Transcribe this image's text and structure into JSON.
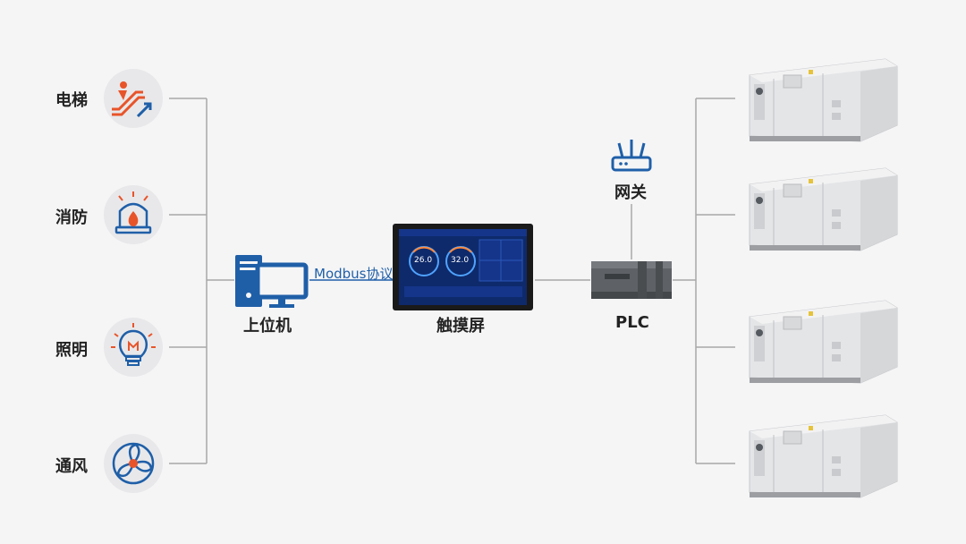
{
  "diagram": {
    "subsystems": [
      {
        "label": "电梯",
        "icon": "escalator-icon"
      },
      {
        "label": "消防",
        "icon": "fire-alarm-icon"
      },
      {
        "label": "照明",
        "icon": "light-bulb-icon"
      },
      {
        "label": "通风",
        "icon": "fan-icon"
      }
    ],
    "host_computer": {
      "label": "上位机",
      "icon": "computer-icon"
    },
    "protocol_label": "Modbus协议",
    "touch_screen": {
      "label": "触摸屏",
      "gauge_left": "26.0",
      "gauge_right": "32.0"
    },
    "gateway": {
      "label": "网关",
      "icon": "router-icon"
    },
    "plc": {
      "label": "PLC"
    },
    "ahu_units": {
      "count": 4,
      "icon": "air-handling-unit-icon"
    },
    "colors": {
      "line": "#a8a8a8",
      "accent_blue": "#1f5fa8",
      "accent_orange": "#e8542a",
      "screen_bg": "#0e2a6b",
      "icon_circle": "#e8e8ea"
    }
  }
}
